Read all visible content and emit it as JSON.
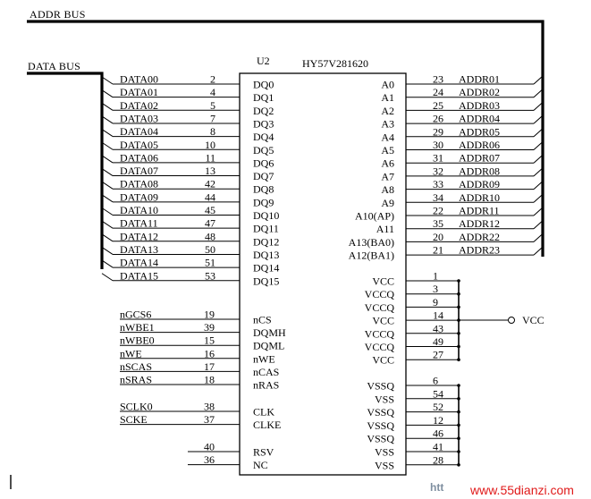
{
  "labels": {
    "addr_bus": "ADDR BUS",
    "data_bus": "DATA BUS",
    "chip_ref": "U2",
    "chip_part": "HY57V281620",
    "vcc_net": "VCC",
    "watermark": "www.55dianzi.com",
    "watermark_logo": "htt"
  },
  "data_pins": [
    {
      "net": "DATA00",
      "num": "2",
      "pin": "DQ0"
    },
    {
      "net": "DATA01",
      "num": "4",
      "pin": "DQ1"
    },
    {
      "net": "DATA02",
      "num": "5",
      "pin": "DQ2"
    },
    {
      "net": "DATA03",
      "num": "7",
      "pin": "DQ3"
    },
    {
      "net": "DATA04",
      "num": "8",
      "pin": "DQ4"
    },
    {
      "net": "DATA05",
      "num": "10",
      "pin": "DQ5"
    },
    {
      "net": "DATA06",
      "num": "11",
      "pin": "DQ6"
    },
    {
      "net": "DATA07",
      "num": "13",
      "pin": "DQ7"
    },
    {
      "net": "DATA08",
      "num": "42",
      "pin": "DQ8"
    },
    {
      "net": "DATA09",
      "num": "44",
      "pin": "DQ9"
    },
    {
      "net": "DATA10",
      "num": "45",
      "pin": "DQ10"
    },
    {
      "net": "DATA11",
      "num": "47",
      "pin": "DQ11"
    },
    {
      "net": "DATA12",
      "num": "48",
      "pin": "DQ12"
    },
    {
      "net": "DATA13",
      "num": "50",
      "pin": "DQ13"
    },
    {
      "net": "DATA14",
      "num": "51",
      "pin": "DQ14"
    },
    {
      "net": "DATA15",
      "num": "53",
      "pin": "DQ15"
    }
  ],
  "addr_pins": [
    {
      "pin": "A0",
      "num": "23",
      "net": "ADDR01"
    },
    {
      "pin": "A1",
      "num": "24",
      "net": "ADDR02"
    },
    {
      "pin": "A2",
      "num": "25",
      "net": "ADDR03"
    },
    {
      "pin": "A3",
      "num": "26",
      "net": "ADDR04"
    },
    {
      "pin": "A4",
      "num": "29",
      "net": "ADDR05"
    },
    {
      "pin": "A5",
      "num": "30",
      "net": "ADDR06"
    },
    {
      "pin": "A6",
      "num": "31",
      "net": "ADDR07"
    },
    {
      "pin": "A7",
      "num": "32",
      "net": "ADDR08"
    },
    {
      "pin": "A8",
      "num": "33",
      "net": "ADDR09"
    },
    {
      "pin": "A9",
      "num": "34",
      "net": "ADDR10"
    },
    {
      "pin": "A10(AP)",
      "num": "22",
      "net": "ADDR11"
    },
    {
      "pin": "A11",
      "num": "35",
      "net": "ADDR12"
    },
    {
      "pin": "A13(BA0)",
      "num": "20",
      "net": "ADDR22"
    },
    {
      "pin": "A12(BA1)",
      "num": "21",
      "net": "ADDR23"
    }
  ],
  "ctrl_pins": [
    {
      "net": "nGCS6",
      "num": "19",
      "pin": "nCS"
    },
    {
      "net": "nWBE1",
      "num": "39",
      "pin": "DQMH"
    },
    {
      "net": "nWBE0",
      "num": "15",
      "pin": "DQML"
    },
    {
      "net": "nWE",
      "num": "16",
      "pin": "nWE"
    },
    {
      "net": "nSCAS",
      "num": "17",
      "pin": "nCAS"
    },
    {
      "net": "nSRAS",
      "num": "18",
      "pin": "nRAS"
    }
  ],
  "clk_pins": [
    {
      "net": "SCLK0",
      "num": "38",
      "pin": "CLK"
    },
    {
      "net": "SCKE",
      "num": "37",
      "pin": "CLKE"
    }
  ],
  "misc_pins": [
    {
      "num": "40",
      "pin": "RSV"
    },
    {
      "num": "36",
      "pin": "NC"
    }
  ],
  "power_pins": [
    {
      "pin": "VCC",
      "num": "1"
    },
    {
      "pin": "VCCQ",
      "num": "3"
    },
    {
      "pin": "VCCQ",
      "num": "9"
    },
    {
      "pin": "VCC",
      "num": "14"
    },
    {
      "pin": "VCCQ",
      "num": "43"
    },
    {
      "pin": "VCCQ",
      "num": "49"
    },
    {
      "pin": "VCC",
      "num": "27"
    }
  ],
  "ground_pins": [
    {
      "pin": "VSSQ",
      "num": "6"
    },
    {
      "pin": "VSS",
      "num": "54"
    },
    {
      "pin": "VSSQ",
      "num": "52"
    },
    {
      "pin": "VSSQ",
      "num": "12"
    },
    {
      "pin": "VSSQ",
      "num": "46"
    },
    {
      "pin": "VSS",
      "num": "41"
    },
    {
      "pin": "VSS",
      "num": "28"
    }
  ]
}
